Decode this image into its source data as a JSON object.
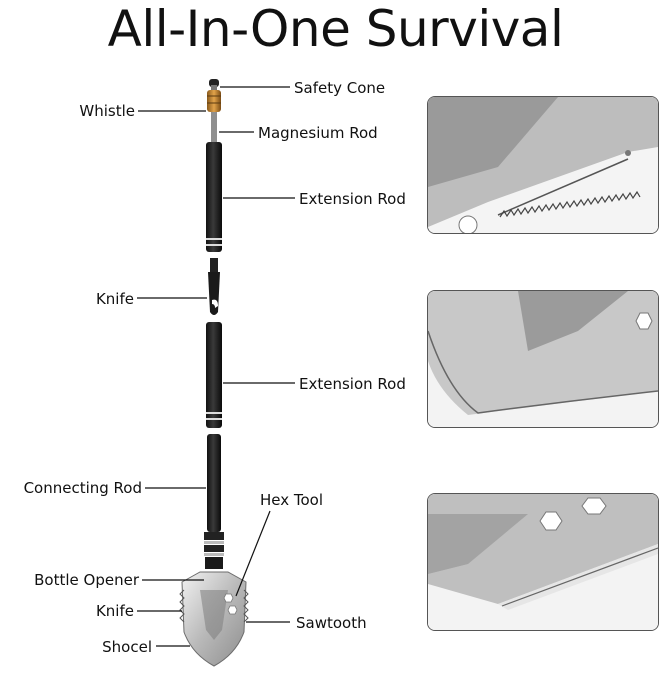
{
  "title": "All-In-One Survival",
  "labels": {
    "safety_cone": "Safety Cone",
    "whistle": "Whistle",
    "magnesium_rod": "Magnesium Rod",
    "extension_rod_1": "Extension Rod",
    "knife_1": "Knife",
    "extension_rod_2": "Extension Rod",
    "connecting_rod": "Connecting Rod",
    "hex_tool": "Hex Tool",
    "bottle_opener": "Bottle Opener",
    "knife_2": "Knife",
    "sawtooth": "Sawtooth",
    "shocel": "Shocel"
  },
  "detail_panels": [
    {
      "subject": "serrated-saw-edge"
    },
    {
      "subject": "shovel-blade-edge"
    },
    {
      "subject": "hex-tool-cutouts"
    }
  ]
}
